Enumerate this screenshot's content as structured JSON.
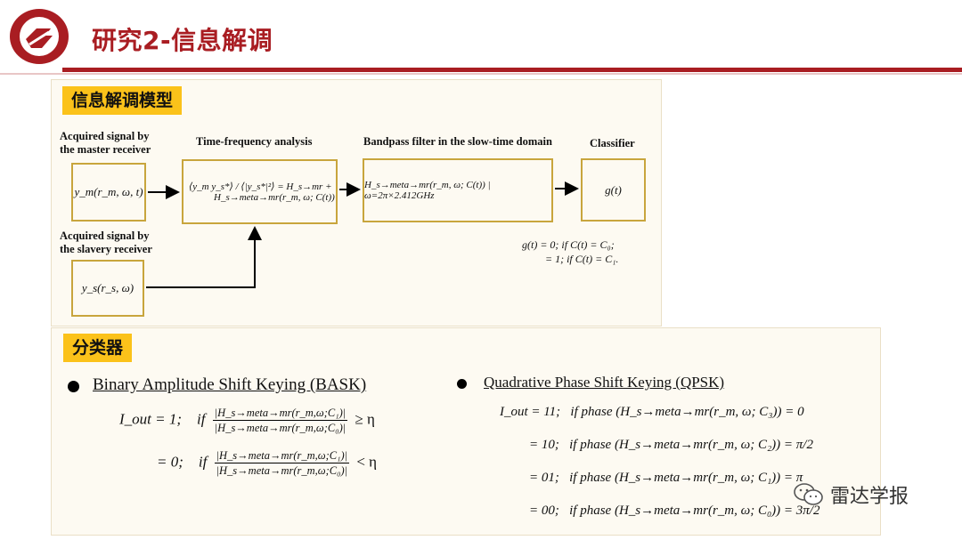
{
  "header": {
    "title": "研究2-信息解调",
    "logo_icon": "radar-logo-icon",
    "accent_color": "#a91d22"
  },
  "model_section": {
    "tag": "信息解调模型",
    "labels": {
      "master": "Acquired signal by\nthe master receiver",
      "slave": "Acquired signal by\nthe slavery receiver",
      "tf": "Time-frequency analysis",
      "bp": "Bandpass filter in the slow-time domain",
      "cls": "Classifier"
    },
    "boxes": {
      "ym": "y_m(r_m, ω, t)",
      "ys": "y_s(r_s, ω)",
      "tf_line1": "⟨y_m y_s*⟩ / ⟨|y_s*|²⟩ = H_s→mr +",
      "tf_line2": "H_s→meta→mr(r_m, ω; C(t))",
      "bp": "H_s→meta→mr(r_m, ω; C(t)) |ω=2π×2.412GHz",
      "g": "g(t)"
    },
    "g_rule_1": "g(t) = 0; if C(t) = C₀;",
    "g_rule_2": "= 1; if C(t) = C₁."
  },
  "classifier_section": {
    "tag": "分类器",
    "bask_heading": "Binary Amplitude Shift Keying (BASK)",
    "qpsk_heading": "Quadrative Phase Shift Keying (QPSK)",
    "bask_rows": [
      {
        "lhs": "I_out = 1;",
        "cond": "if",
        "num": "|H_s→meta→mr(r_m,ω;C₁)|",
        "den": "|H_s→meta→mr(r_m,ω;C₀)|",
        "rel": "≥ η"
      },
      {
        "lhs": "= 0;",
        "cond": "if",
        "num": "|H_s→meta→mr(r_m,ω;C₁)|",
        "den": "|H_s→meta→mr(r_m,ω;C₀)|",
        "rel": "< η"
      }
    ],
    "qpsk_rows": [
      {
        "lhs": "I_out = 11;",
        "expr": "if  phase (H_s→meta→mr(r_m, ω; C₃)) = 0"
      },
      {
        "lhs": "= 10;",
        "expr": "if  phase (H_s→meta→mr(r_m, ω; C₂)) = π/2"
      },
      {
        "lhs": "= 01;",
        "expr": "if  phase (H_s→meta→mr(r_m, ω; C₁)) = π"
      },
      {
        "lhs": "= 00;",
        "expr": "if  phase (H_s→meta→mr(r_m, ω; C₀)) = 3π/2"
      }
    ]
  },
  "watermark": {
    "text": "雷达学报",
    "icon": "wechat-icon"
  }
}
